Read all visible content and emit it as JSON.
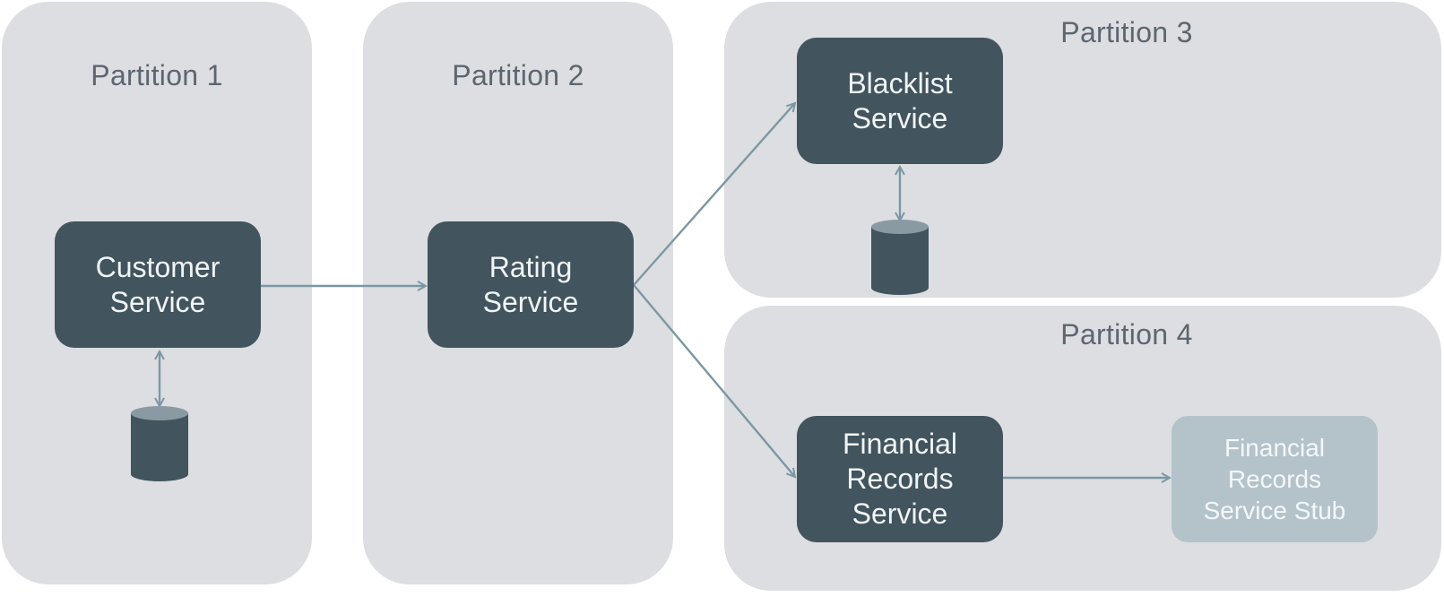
{
  "colors": {
    "partition_bg": "#dcdee1",
    "service_bg": "#42545e",
    "service_text": "#f1f4f6",
    "stub_bg": "#b4c3ca",
    "arrow": "#7c97a4"
  },
  "partitions": [
    {
      "title": "Partition 1"
    },
    {
      "title": "Partition 2"
    },
    {
      "title": "Partition 3"
    },
    {
      "title": "Partition 4"
    }
  ],
  "services": {
    "customer": {
      "line1": "Customer",
      "line2": "Service"
    },
    "rating": {
      "line1": "Rating",
      "line2": "Service"
    },
    "blacklist": {
      "line1": "Blacklist",
      "line2": "Service"
    },
    "financial": {
      "line1": "Financial",
      "line2": "Records",
      "line3": "Service"
    },
    "stub": {
      "line1": "Financial",
      "line2": "Records",
      "line3": "Service Stub"
    }
  },
  "databases": [
    {
      "icon": "database-icon",
      "owner": "customer"
    },
    {
      "icon": "database-icon",
      "owner": "blacklist"
    }
  ]
}
